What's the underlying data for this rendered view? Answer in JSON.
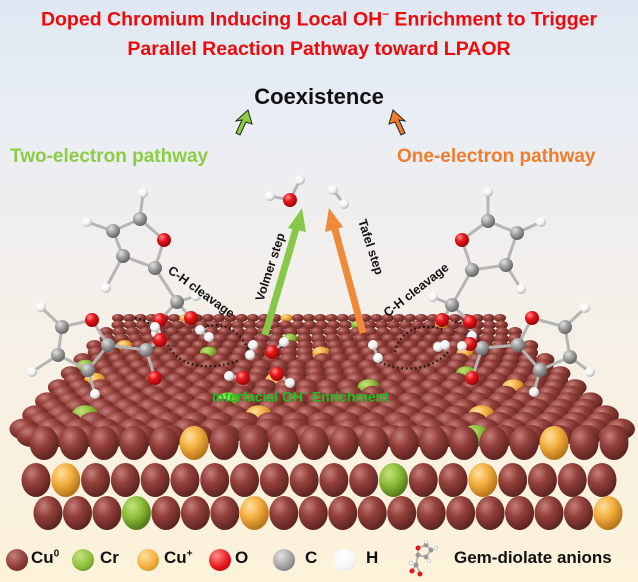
{
  "title": {
    "line1_pre": "Doped Chromium Inducing Local OH",
    "line1_sup": "−",
    "line1_post": " Enrichment to Trigger",
    "line2": "Parallel Reaction Pathway toward LPAOR"
  },
  "header": {
    "coexistence": "Coexistence",
    "left_pathway": "Two-electron pathway",
    "right_pathway": "One-electron pathway"
  },
  "colors": {
    "title": "#ee0a0a",
    "two_electron": "#8ccd45",
    "one_electron": "#f07c2e",
    "enrichment": "#15c21e",
    "cu0": "#8e3a36",
    "cr": "#8dbf3a",
    "cu_plus": "#f2ae3e",
    "oxygen": "#e8161c",
    "carbon": "#9a9a9a",
    "hydrogen": "#ffffff"
  },
  "labels": {
    "ch_cleavage_left": "C-H cleavage",
    "ch_cleavage_right": "C-H cleavage",
    "volmer": "Volmer step",
    "tafel": "Tafel step",
    "enrichment_pre": "Interfacial OH",
    "enrichment_sup": "−",
    "enrichment_post": " Enrichment"
  },
  "legend": [
    {
      "symbol": "Cu",
      "sup": "0",
      "icon": "cu0-atom-icon"
    },
    {
      "symbol": "Cr",
      "sup": "",
      "icon": "cr-atom-icon"
    },
    {
      "symbol": "Cu",
      "sup": "+",
      "icon": "cu-plus-atom-icon"
    },
    {
      "symbol": "O",
      "sup": "",
      "icon": "oxygen-atom-icon"
    },
    {
      "symbol": "C",
      "sup": "",
      "icon": "carbon-atom-icon"
    },
    {
      "symbol": "H",
      "sup": "",
      "icon": "hydrogen-atom-icon"
    },
    {
      "symbol": "Gem-diolate anions",
      "sup": "",
      "icon": "gem-diolate-molecule-icon"
    }
  ]
}
